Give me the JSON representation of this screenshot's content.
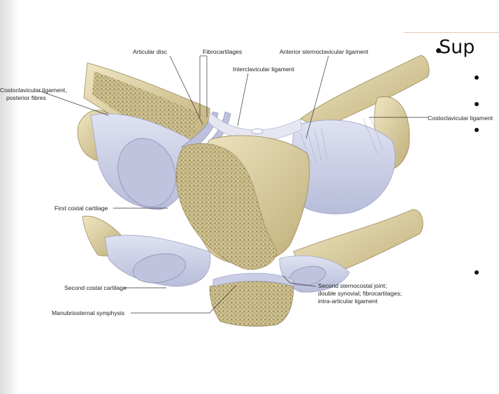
{
  "slide": {
    "title": "Sup"
  },
  "figure": {
    "labels": {
      "articular_disc": "Articular disc",
      "fibrocartilages": "Fibrocartilages",
      "anterior_scl": "Anterior sternoclavicular ligament",
      "interclavicular": "Interclavicular ligament",
      "costoclavicular_post_1": "Costoclavicular ligament,",
      "costoclavicular_post_2": "posterior fibres",
      "costoclavicular": "Costoclavicular ligament",
      "first_costal": "First costal cartilage",
      "second_costal": "Second costal cartilage",
      "manubriosternal": "Manubriosternal symphysis",
      "second_sc_joint_1": "Second sternocostal joint;",
      "second_sc_joint_2": "double synovial; fibrocartilages;",
      "second_sc_joint_3": "intra-articular ligament"
    }
  },
  "colors": {
    "bone": "#d8c99a",
    "cartilage": "#c9cde6",
    "cancellous": "#b8a876",
    "ligament": "#e6e7f0"
  }
}
